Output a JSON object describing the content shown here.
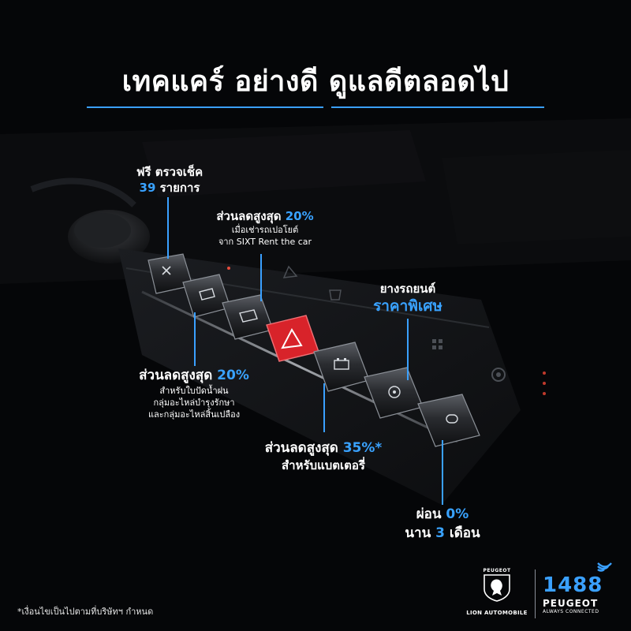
{
  "title": "เทคแคร์ อย่างดี ดูแลดีตลอดไป",
  "callouts": {
    "free_check": {
      "line1": "ฟรี ตรวจเช็ค",
      "count": "39",
      "unit": "รายการ"
    },
    "rental": {
      "lead": "ส่วนลดสูงสุด",
      "percent": "20%",
      "sub1": "เมื่อเช่ารถเปอโยต์",
      "sub2": "จาก SIXT Rent the car"
    },
    "tires": {
      "line1": "ยางรถยนต์",
      "line2": "ราคาพิเศษ"
    },
    "parts": {
      "lead": "ส่วนลดสูงสุด",
      "percent": "20%",
      "sub1": "สำหรับใบปัดน้ำฝน",
      "sub2": "กลุ่มอะไหล่บำรุงรักษา",
      "sub3": "และกลุ่มอะไหล่สิ้นเปลือง"
    },
    "battery": {
      "lead": "ส่วนลดสูงสุด",
      "percent": "35%*",
      "line2": "สำหรับแบตเตอรี่"
    },
    "installment": {
      "lead": "ผ่อน",
      "rate": "0%",
      "pre": "นาน",
      "months": "3",
      "post": "เดือน"
    }
  },
  "footnote": "*เงื่อนไขเป็นไปตามที่บริษัทฯ กำหนด",
  "brand": {
    "lion_cap": "PEUGEOT",
    "lion_name": "LION AUTOMOBILE",
    "hotline": "1488",
    "hotline_brand": "PEUGEOT",
    "hotline_tagline": "ALWAYS CONNECTED"
  },
  "colors": {
    "accent": "#3aa0ff",
    "hazard": "#d8232a",
    "background": "#050608"
  },
  "icons": [
    "lion-logo-icon",
    "wifi-signal-icon",
    "tools-icon",
    "car-front-icon",
    "hazard-triangle-icon",
    "battery-icon",
    "fan-icon",
    "gear-icon"
  ]
}
